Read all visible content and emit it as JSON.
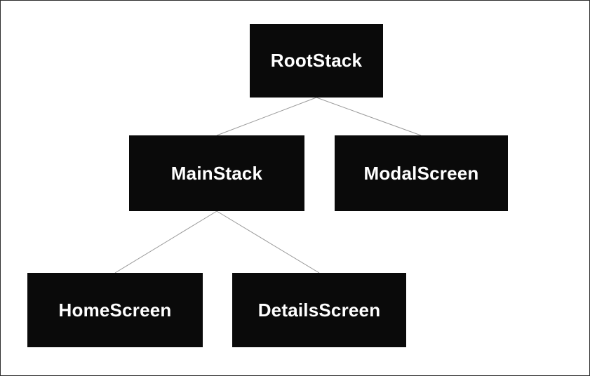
{
  "diagram": {
    "type": "tree",
    "nodes": [
      {
        "id": "RootStack",
        "label": "RootStack",
        "parent": null
      },
      {
        "id": "MainStack",
        "label": "MainStack",
        "parent": "RootStack"
      },
      {
        "id": "ModalScreen",
        "label": "ModalScreen",
        "parent": "RootStack"
      },
      {
        "id": "HomeScreen",
        "label": "HomeScreen",
        "parent": "MainStack"
      },
      {
        "id": "DetailsScreen",
        "label": "DetailsScreen",
        "parent": "MainStack"
      }
    ],
    "edges": [
      {
        "from": "RootStack",
        "to": "MainStack"
      },
      {
        "from": "RootStack",
        "to": "ModalScreen"
      },
      {
        "from": "MainStack",
        "to": "HomeScreen"
      },
      {
        "from": "MainStack",
        "to": "DetailsScreen"
      }
    ],
    "colors": {
      "node_background": "#0a0a0a",
      "node_text": "#ffffff",
      "edge": "#9a9a9a",
      "canvas_background": "#ffffff",
      "canvas_border": "#2d2d2d"
    }
  }
}
